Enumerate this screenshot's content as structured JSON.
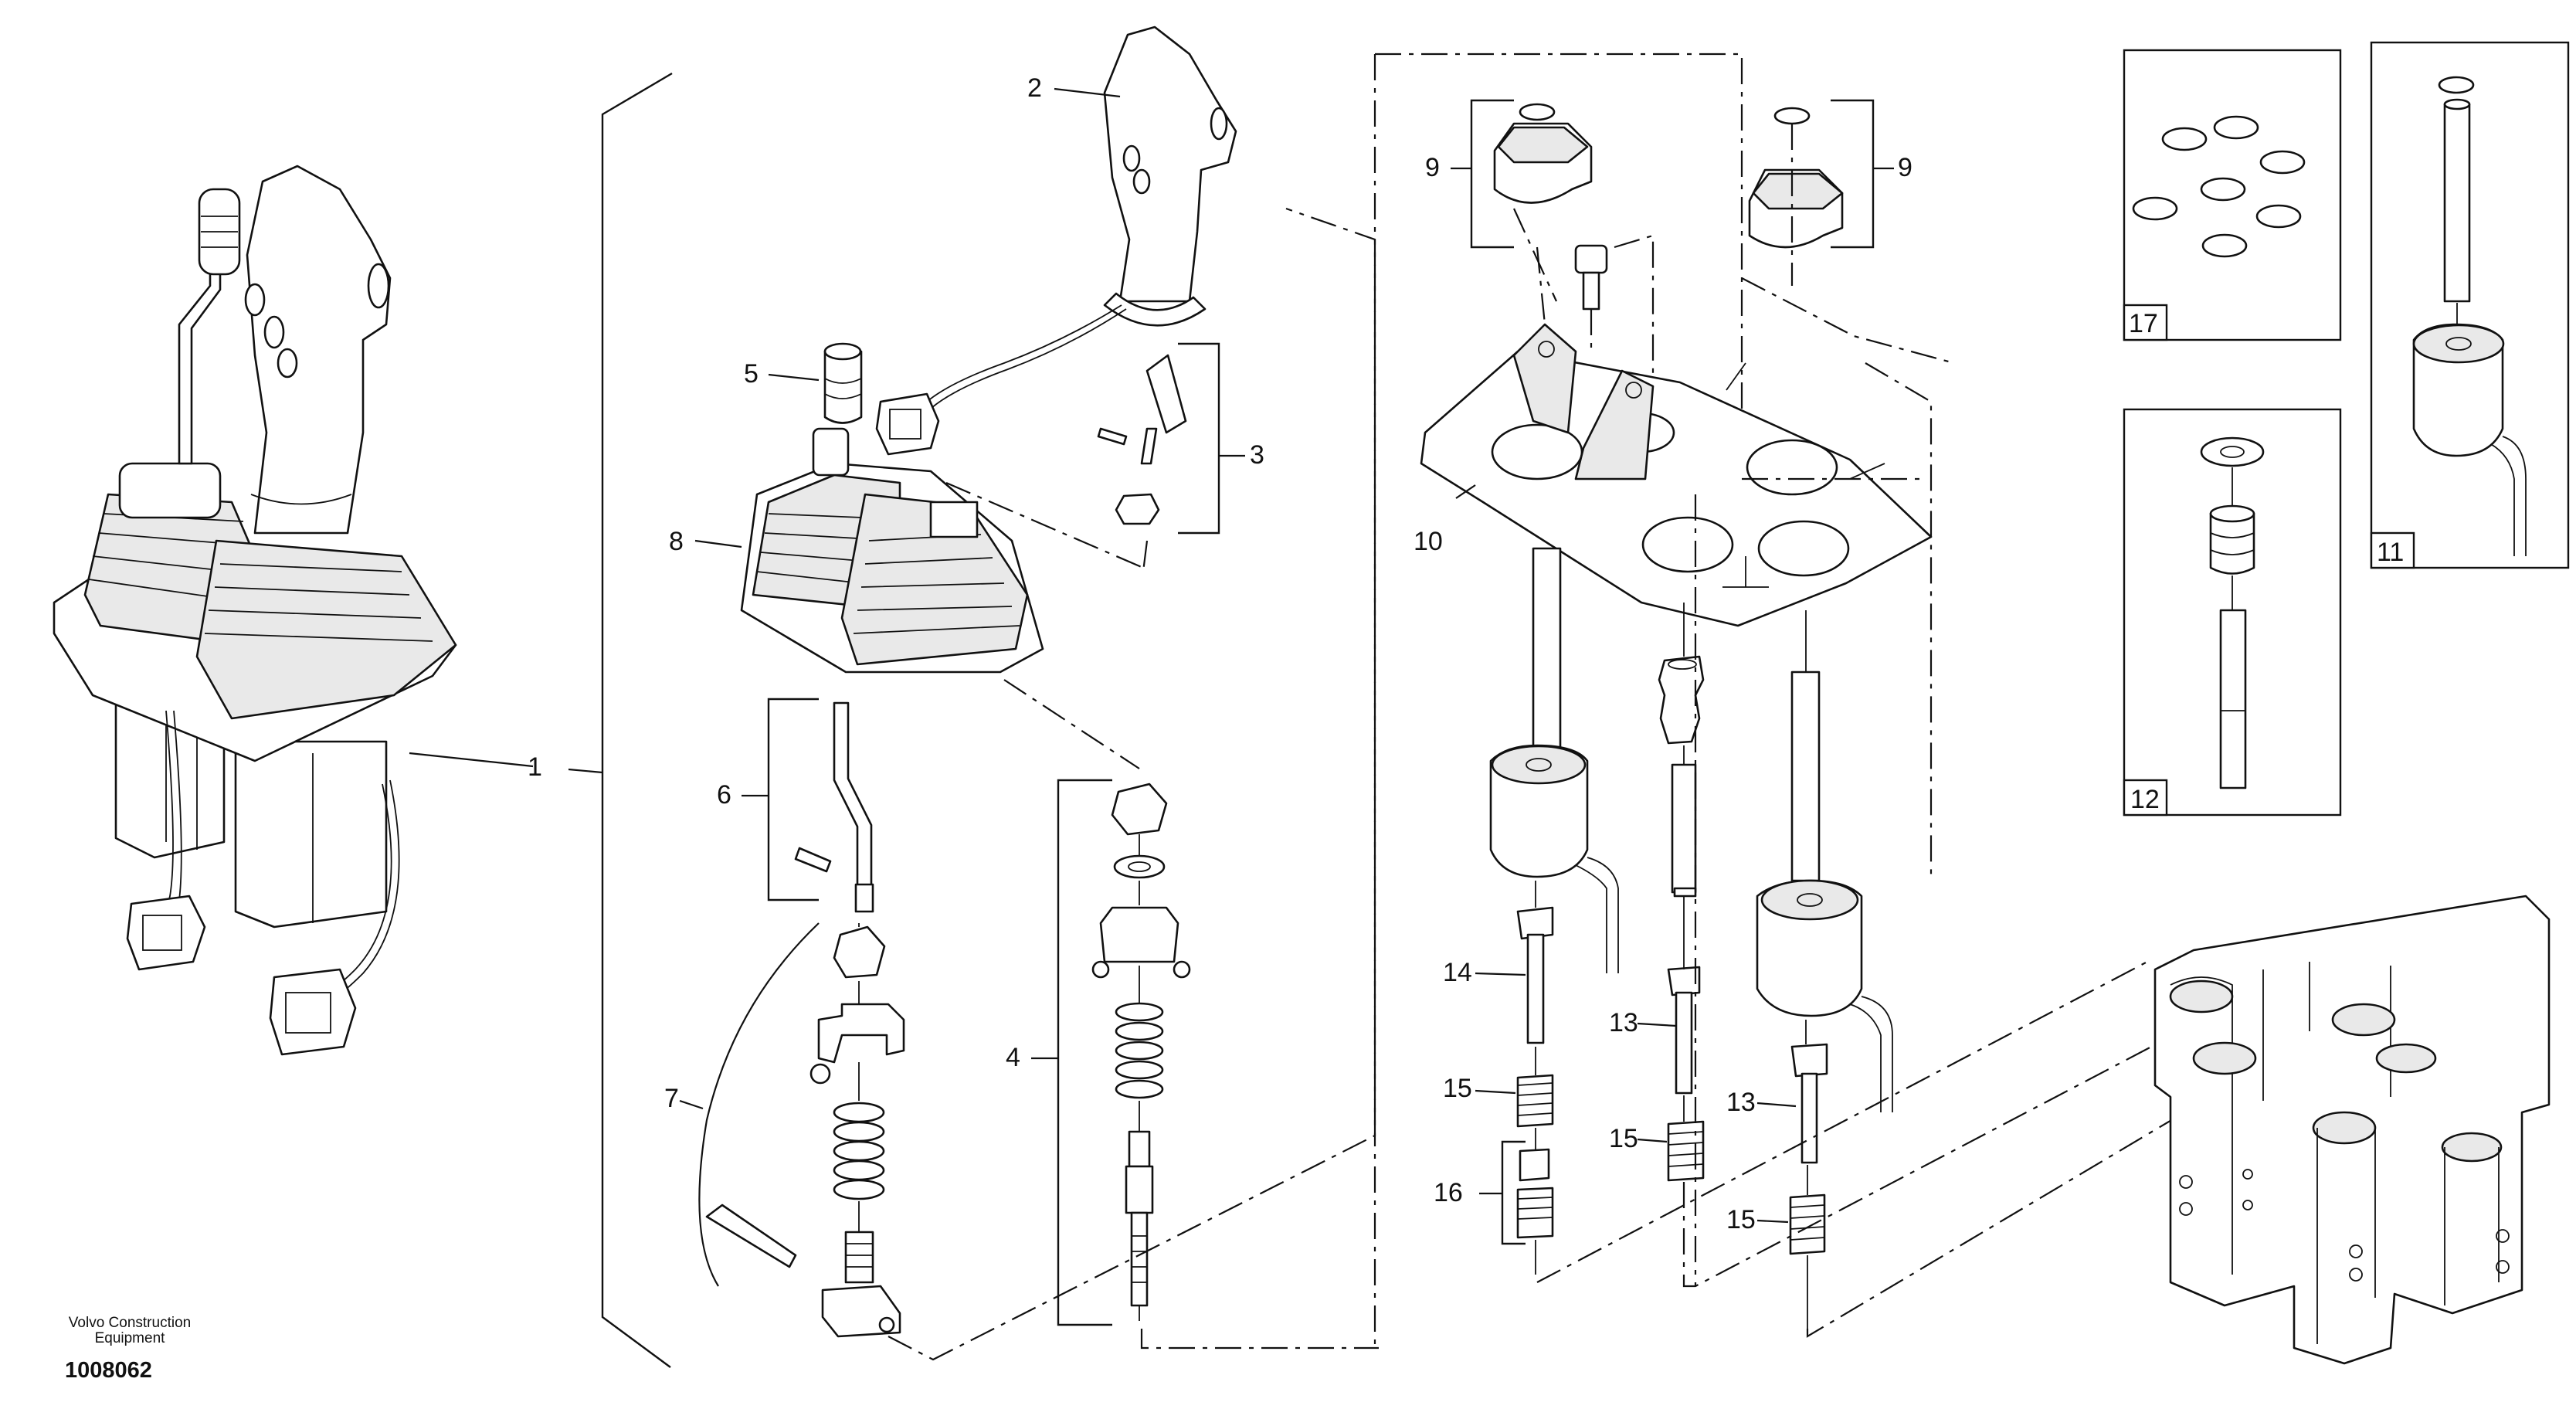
{
  "callouts": {
    "c1": "1",
    "c2": "2",
    "c3": "3",
    "c4": "4",
    "c5": "5",
    "c6": "6",
    "c7": "7",
    "c8": "8",
    "c9a": "9",
    "c9b": "9",
    "c10": "10",
    "c13a": "13",
    "c13b": "13",
    "c14": "14",
    "c15a": "15",
    "c15b": "15",
    "c15c": "15",
    "c16": "16"
  },
  "inset_boxes": {
    "box11": "11",
    "box12": "12",
    "box17": "17"
  },
  "footer": {
    "brand_line1": "Volvo Construction",
    "brand_line2": "Equipment",
    "drawing_number": "1008062"
  }
}
